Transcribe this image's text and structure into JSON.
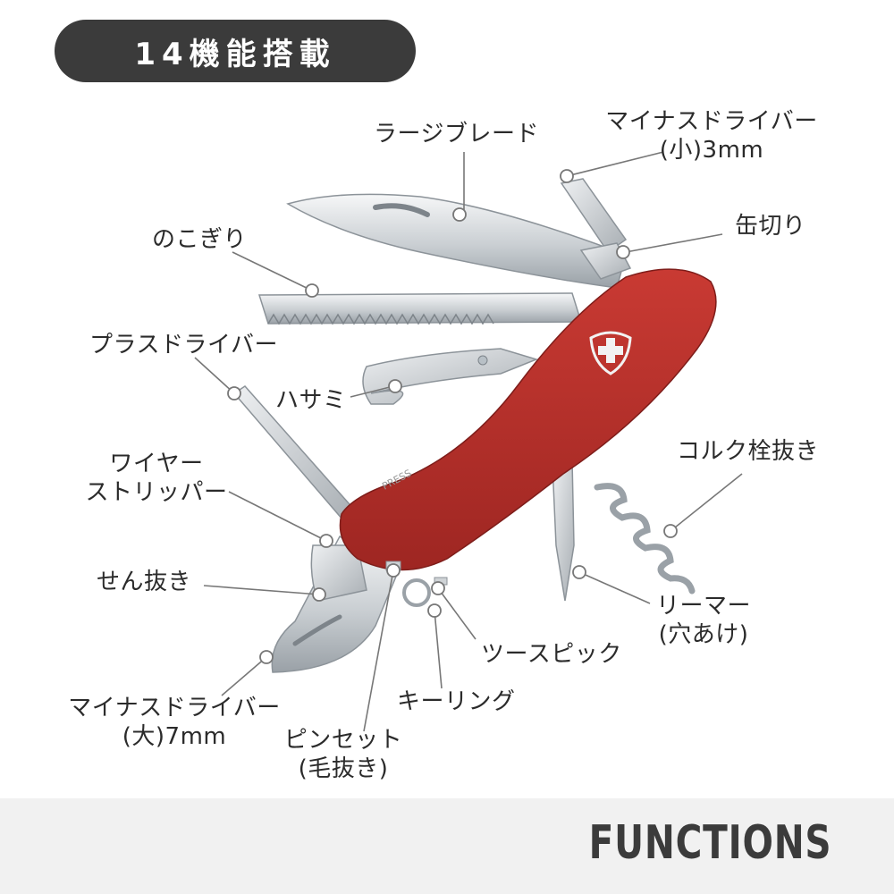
{
  "header": {
    "title": "14機能搭載"
  },
  "knife": {
    "handle_text": "PRESS"
  },
  "callouts": {
    "large_blade": {
      "lines": [
        "ラージブレード"
      ]
    },
    "small_screwdriver": {
      "lines": [
        "マイナスドライバー",
        "(小)3mm"
      ]
    },
    "saw": {
      "lines": [
        "のこぎり"
      ]
    },
    "can_opener": {
      "lines": [
        "缶切り"
      ]
    },
    "phillips": {
      "lines": [
        "プラスドライバー"
      ]
    },
    "scissors": {
      "lines": [
        "ハサミ"
      ]
    },
    "corkscrew": {
      "lines": [
        "コルク栓抜き"
      ]
    },
    "wire_stripper": {
      "lines": [
        "ワイヤー",
        "ストリッパー"
      ]
    },
    "bottle_opener": {
      "lines": [
        "せん抜き"
      ]
    },
    "reamer": {
      "lines": [
        "リーマー",
        "(穴あけ)"
      ]
    },
    "toothpick": {
      "lines": [
        "ツースピック"
      ]
    },
    "key_ring": {
      "lines": [
        "キーリング"
      ]
    },
    "large_screwdriver": {
      "lines": [
        "マイナスドライバー",
        "(大)7mm"
      ]
    },
    "tweezers": {
      "lines": [
        "ピンセット",
        "(毛抜き)"
      ]
    }
  },
  "footer": {
    "label": "FUNCTIONS"
  },
  "colors": {
    "badge": "#3b3b3b",
    "handle_red": "#b8312b",
    "steel": "#d9dde0",
    "leader": "#777777"
  }
}
